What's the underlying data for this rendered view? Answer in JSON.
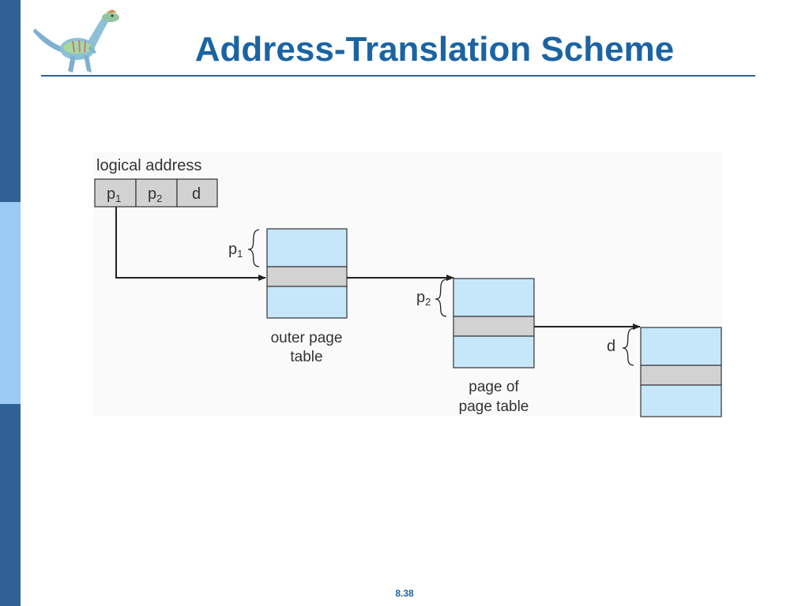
{
  "slide": {
    "title": "Address-Translation Scheme",
    "page_number": "8.38"
  },
  "colors": {
    "accent": "#2f6197",
    "accent_light": "#9ccbf5",
    "title": "#1b64a4",
    "table_fill": "#c6e7fa",
    "entry_fill": "#d2d2d2"
  },
  "diagram": {
    "logical_address_label": "logical address",
    "fields": {
      "p1": {
        "base": "p",
        "sub": "1"
      },
      "p2": {
        "base": "p",
        "sub": "2"
      },
      "d": {
        "base": "d",
        "sub": ""
      }
    },
    "outer_table": {
      "index_label": {
        "base": "p",
        "sub": "1"
      },
      "caption_line1": "outer page",
      "caption_line2": "table"
    },
    "page_of_table": {
      "index_label": {
        "base": "p",
        "sub": "2"
      },
      "caption_line1": "page of",
      "caption_line2": "page table"
    },
    "page": {
      "index_label": {
        "base": "d",
        "sub": ""
      }
    }
  },
  "icons": {
    "logo": "dinosaur-logo-icon"
  }
}
